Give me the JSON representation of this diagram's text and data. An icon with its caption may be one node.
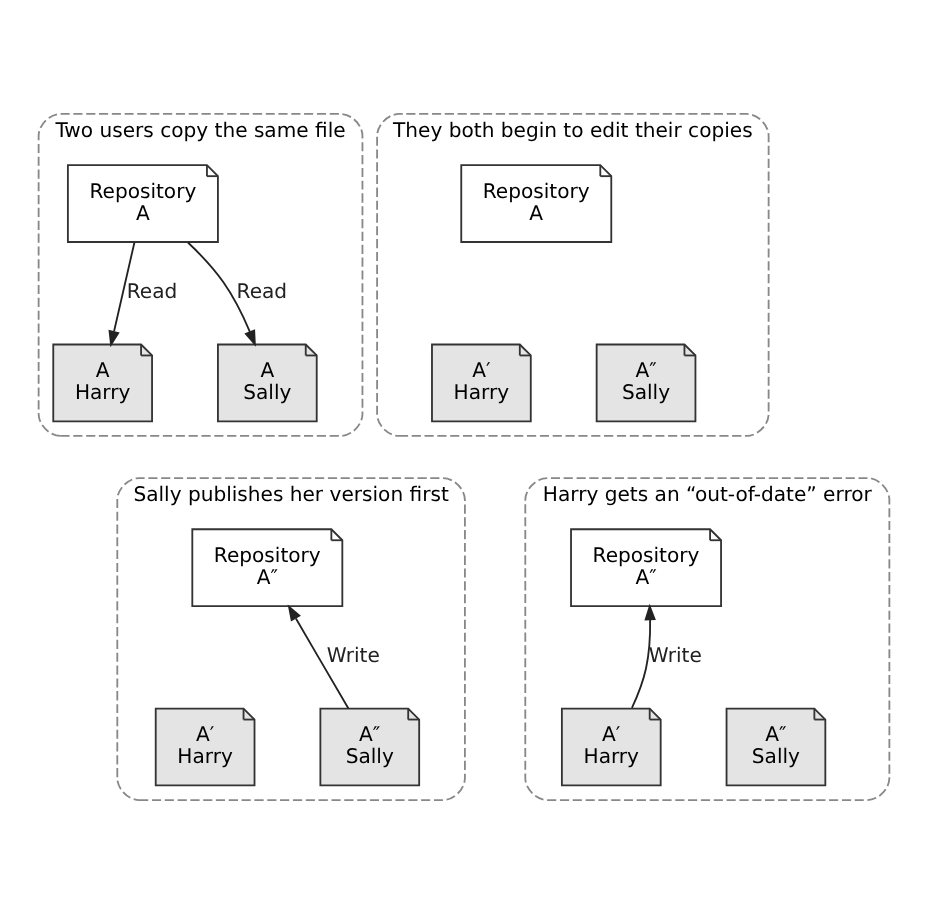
{
  "diagram": {
    "nodes": [
      {
        "text": [
          "Two users copy the same file"
        ]
      },
      {
        "text": [
          "Repository",
          "A"
        ],
        "in": 0
      },
      {
        "text": [
          "A",
          "Harry"
        ],
        "in": 0
      },
      {
        "text": [
          "A",
          "Sally"
        ],
        "in": 0
      },
      {
        "text": [
          "They both begin to edit their copies"
        ]
      },
      {
        "text": [
          "Repository",
          "A"
        ],
        "in": 4
      },
      {
        "text": [
          "A′",
          "Harry"
        ],
        "in": 4
      },
      {
        "text": [
          "A″",
          "Sally"
        ],
        "in": 4
      },
      {
        "text": [
          "Sally publishes her version first"
        ]
      },
      {
        "text": [
          "Repository",
          "A″"
        ],
        "in": 8
      },
      {
        "text": [
          "A′",
          "Harry"
        ],
        "in": 8
      },
      {
        "text": [
          "A″",
          "Sally"
        ],
        "in": 8
      },
      {
        "text": [
          "Harry gets an “out-of-date” error"
        ]
      },
      {
        "text": [
          "Repository",
          "A″"
        ],
        "in": 12
      },
      {
        "text": [
          "A′",
          "Harry"
        ],
        "in": 12
      },
      {
        "text": [
          "A″",
          "Sally"
        ],
        "in": 12
      }
    ],
    "edges": [
      {
        "from": 1,
        "to": 2,
        "arrow": "to",
        "label": "Read"
      },
      {
        "from": 1,
        "to": 3,
        "arrow": "to",
        "label": "Read"
      },
      {
        "from": 11,
        "to": 9,
        "arrow": "to",
        "label": "Write"
      },
      {
        "from": 14,
        "to": 13,
        "arrow": "to",
        "label": "Write"
      }
    ]
  }
}
